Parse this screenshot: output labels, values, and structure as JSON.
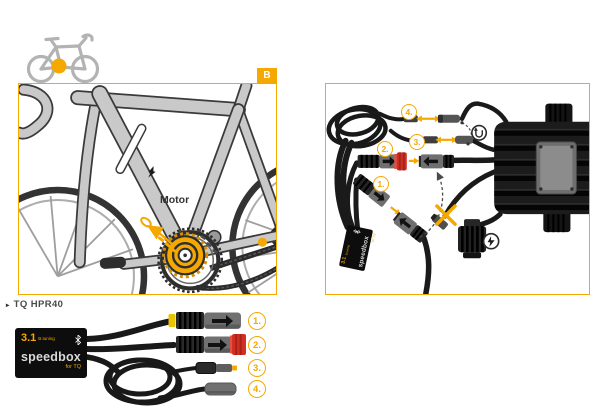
{
  "colors": {
    "accent": "#F5A800",
    "connector_red": "#D13022",
    "cable_black": "#191919",
    "frame_gray": "#C9C9C9"
  },
  "panel_b": {
    "tab_label": "B",
    "motor_label": "Motor"
  },
  "caption": {
    "bullet": "▸",
    "text": "TQ HPR40"
  },
  "device": {
    "version": "3.1",
    "brand": "B.tuning",
    "name": "speedbox",
    "for_label": "for TQ"
  },
  "cable_list": {
    "items": [
      {
        "label": "1."
      },
      {
        "label": "2."
      },
      {
        "label": "3."
      },
      {
        "label": "4."
      }
    ]
  },
  "wiring": {
    "badges": [
      {
        "label": "1."
      },
      {
        "label": "2."
      },
      {
        "label": "3."
      },
      {
        "label": "4."
      }
    ]
  },
  "icons": {
    "location_marker": "orange-dot",
    "swap": "u-turn-arrow",
    "power": "lightning-bolt",
    "blocked": "x-cross",
    "bluetooth": "bluetooth-glyph",
    "connect": "orange-arrow"
  }
}
